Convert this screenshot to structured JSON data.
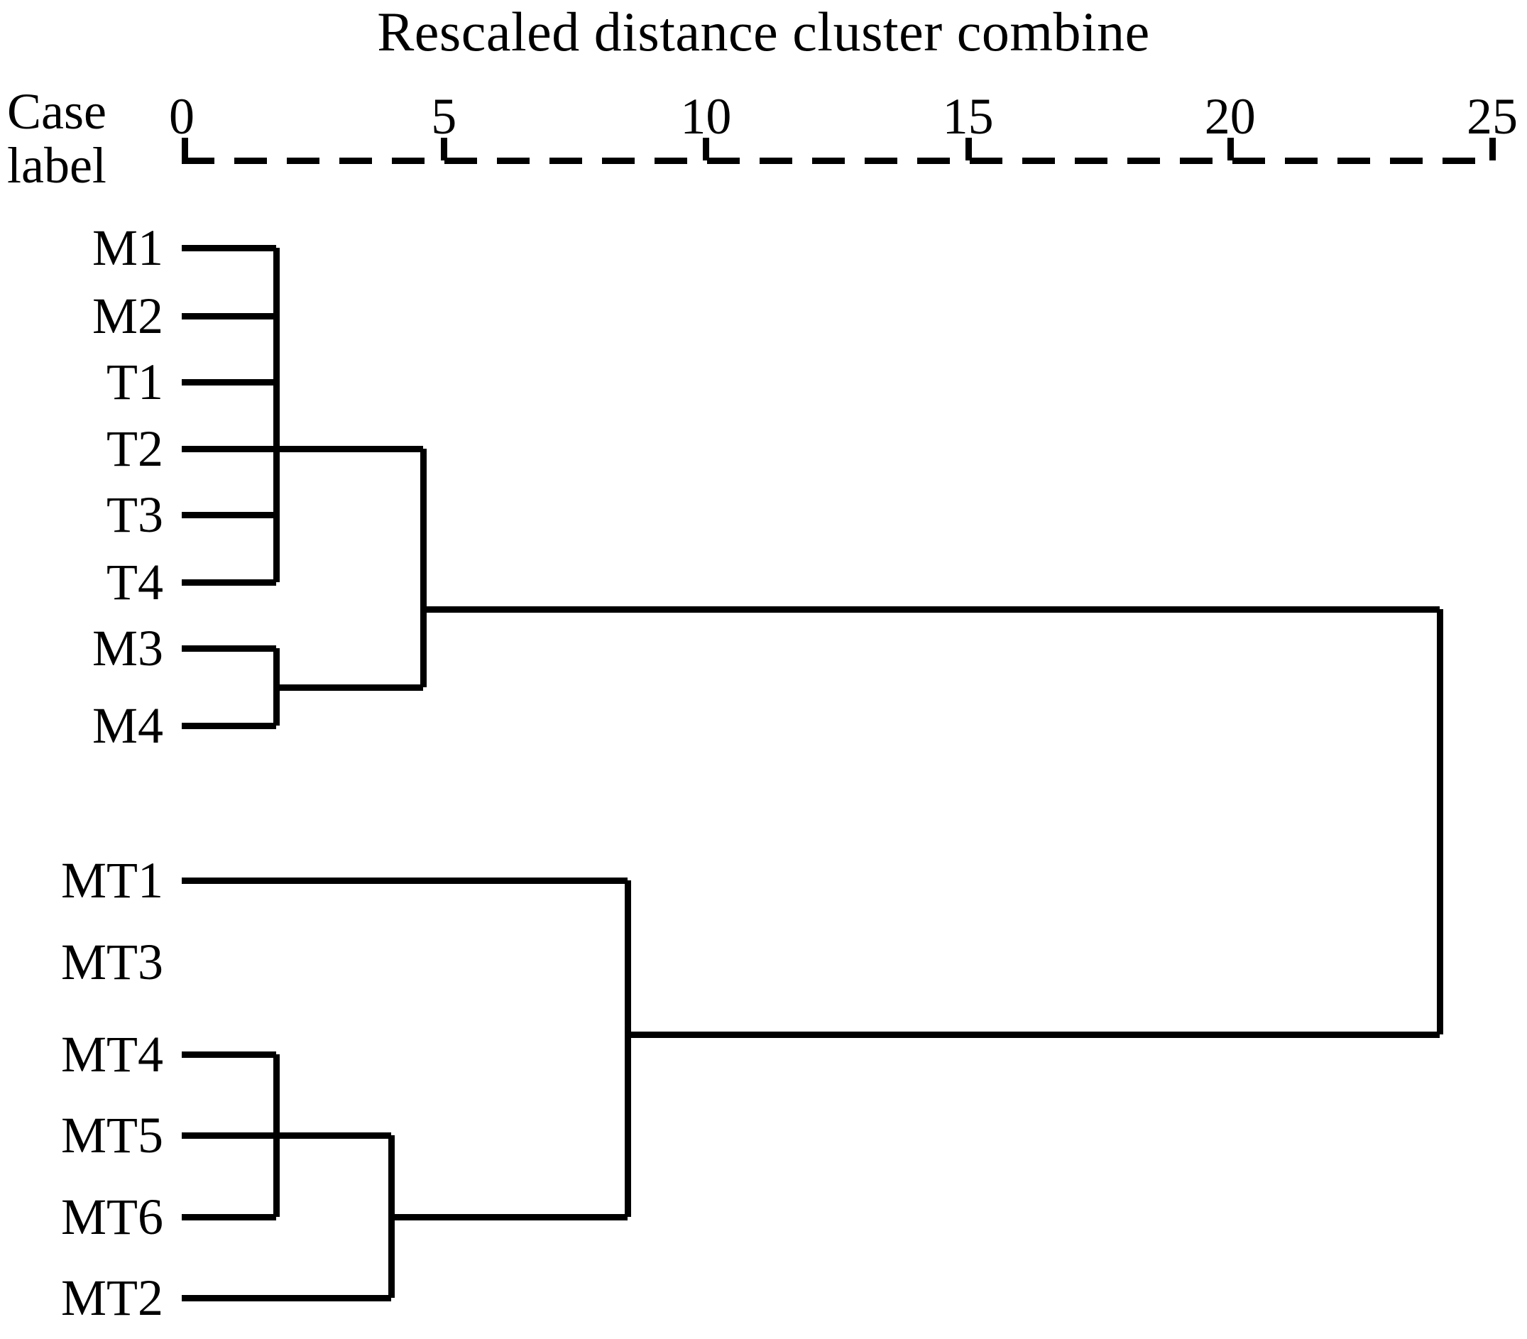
{
  "chart_data": {
    "type": "dendrogram",
    "title": "Rescaled distance cluster combine",
    "xlabel": "Rescaled distance cluster combine",
    "ylabel": "Case label",
    "axis_caption": "Case label",
    "xlim": [
      0,
      25
    ],
    "xticks": [
      0,
      5,
      10,
      15,
      20,
      25
    ],
    "xtick_labels": [
      "0",
      "5",
      "10",
      "15",
      "20",
      "25"
    ],
    "axis_style": "dashed",
    "grid": false,
    "legend": "none",
    "leaves": [
      {
        "label": "M1",
        "order": 1
      },
      {
        "label": "M2",
        "order": 2
      },
      {
        "label": "T1",
        "order": 3
      },
      {
        "label": "T2",
        "order": 4
      },
      {
        "label": "T3",
        "order": 5
      },
      {
        "label": "T4",
        "order": 6
      },
      {
        "label": "M3",
        "order": 7
      },
      {
        "label": "M4",
        "order": 8
      },
      {
        "label": "MT1",
        "order": 9
      },
      {
        "label": "MT3",
        "order": 10
      },
      {
        "label": "MT4",
        "order": 11
      },
      {
        "label": "MT5",
        "order": 12
      },
      {
        "label": "MT6",
        "order": 13
      },
      {
        "label": "MT2",
        "order": 14
      }
    ],
    "merges": [
      {
        "id": "A",
        "members": [
          "M1",
          "M2",
          "T1",
          "T2",
          "T3",
          "T4"
        ],
        "distance": 1.8
      },
      {
        "id": "B",
        "members": [
          "M3",
          "M4"
        ],
        "distance": 1.8
      },
      {
        "id": "C",
        "members": [
          "A",
          "B"
        ],
        "distance": 4.6
      },
      {
        "id": "D",
        "members": [
          "MT4",
          "MT5",
          "MT6"
        ],
        "distance": 1.8
      },
      {
        "id": "E",
        "members": [
          "D",
          "MT2"
        ],
        "distance": 4.0
      },
      {
        "id": "F",
        "members": [
          "MT1",
          "E"
        ],
        "distance": 8.5
      },
      {
        "id": "G",
        "members": [
          "C",
          "F"
        ],
        "distance": 24.0
      }
    ],
    "notes": "MT3 leaf has no drawn connector line in the source figure."
  },
  "header": {
    "title": "Rescaled distance cluster combine",
    "case_label_line1": "Case",
    "case_label_line2": "label"
  },
  "axis": {
    "ticks": [
      {
        "value": "0"
      },
      {
        "value": "5"
      },
      {
        "value": "10"
      },
      {
        "value": "15"
      },
      {
        "value": "20"
      },
      {
        "value": "25"
      }
    ]
  },
  "leaf_labels": [
    {
      "text": "M1"
    },
    {
      "text": "M2"
    },
    {
      "text": "T1"
    },
    {
      "text": "T2"
    },
    {
      "text": "T3"
    },
    {
      "text": "T4"
    },
    {
      "text": "M3"
    },
    {
      "text": "M4"
    },
    {
      "text": "MT1"
    },
    {
      "text": "MT3"
    },
    {
      "text": "MT4"
    },
    {
      "text": "MT5"
    },
    {
      "text": "MT6"
    },
    {
      "text": "MT2"
    }
  ],
  "colors": {
    "ink": "#000000",
    "background": "#ffffff"
  }
}
